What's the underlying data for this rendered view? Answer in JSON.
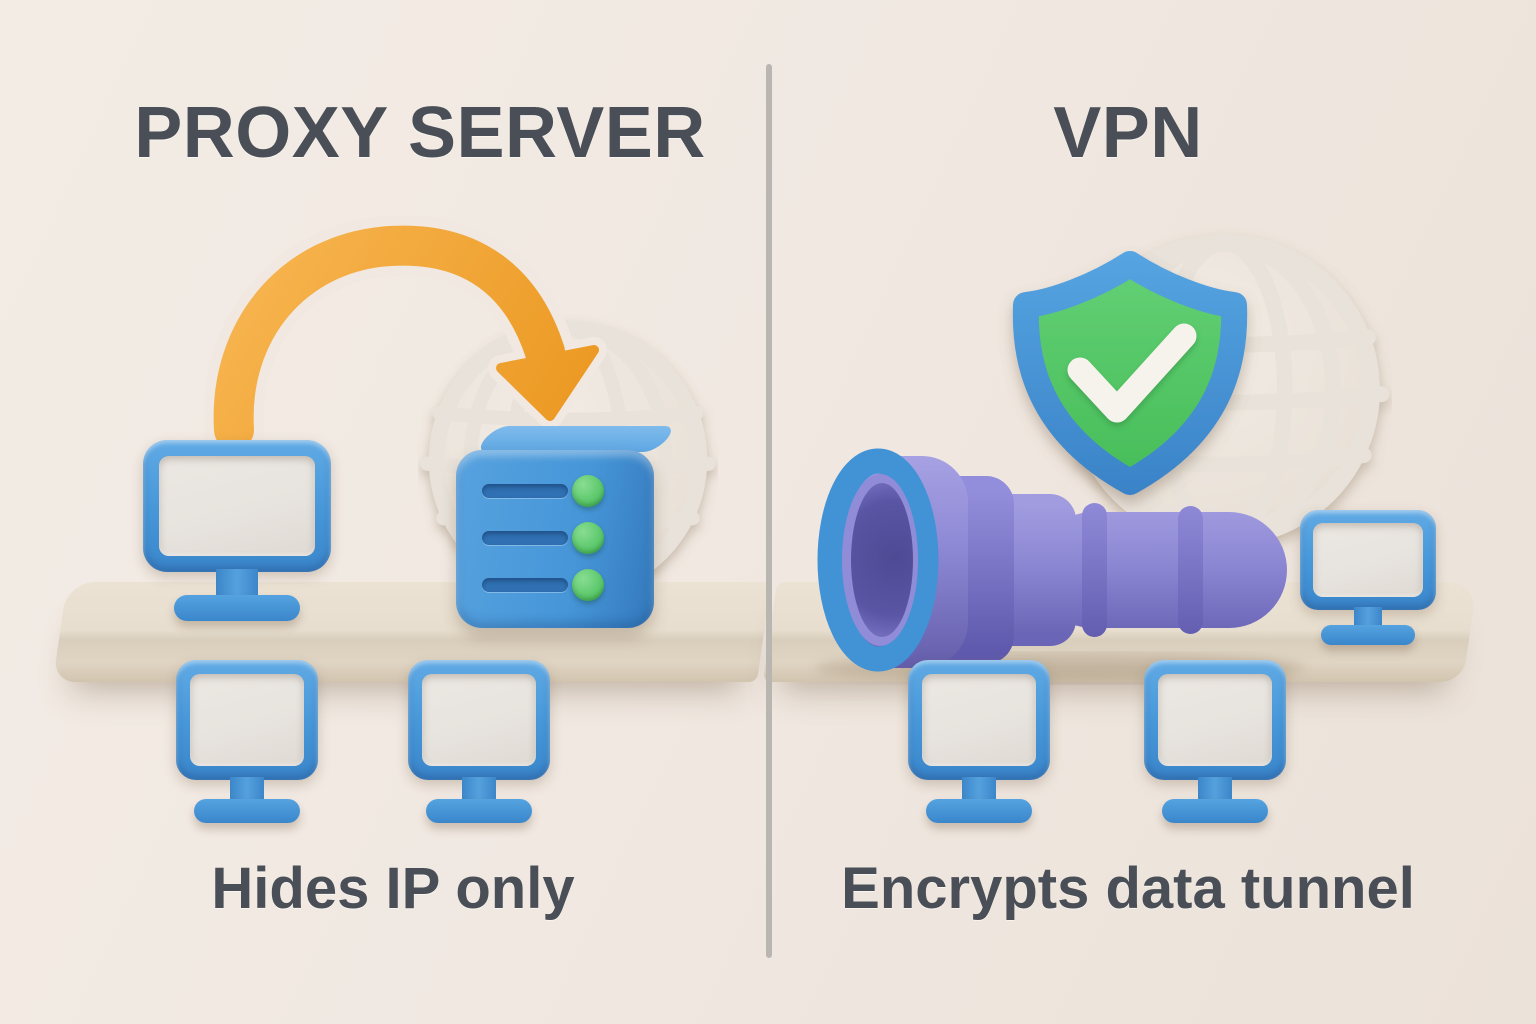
{
  "left_panel": {
    "title": "PROXY SERVER",
    "caption": "Hides IP only"
  },
  "right_panel": {
    "title": "VPN",
    "caption": "Encrypts data tunnel"
  },
  "icons": {
    "left": [
      "client-computer-icon",
      "curved-redirect-arrow-icon",
      "internet-globe-icon",
      "proxy-server-icon",
      "workstation-icons"
    ],
    "right": [
      "internet-globe-icon",
      "security-shield-icon",
      "checkmark-icon",
      "vpn-tunnel-icon",
      "workstation-icons"
    ]
  },
  "colors": {
    "background": "#f0e8e1",
    "text": "#4a4f57",
    "blue": "#4696d8",
    "blue_dark": "#3278ba",
    "green": "#58c668",
    "orange": "#f2a434",
    "purple": "#8a85d1",
    "purple_dark": "#56519f",
    "globe": "#e8e2da",
    "platform": "#e7decf",
    "screen": "#e7e3de",
    "divider": "#b9b5b0"
  }
}
